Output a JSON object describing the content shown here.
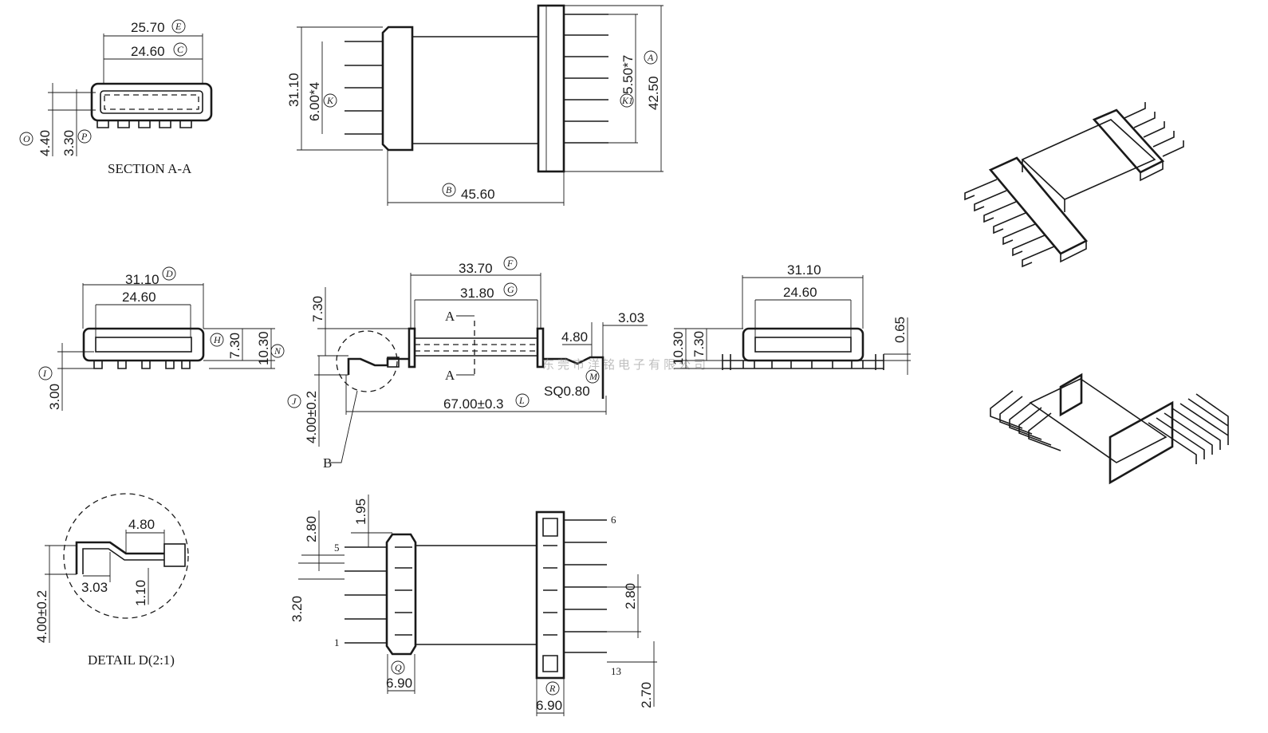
{
  "labels": {
    "section": "SECTION A-A",
    "detail": "DETAIL D(2:1)",
    "section_mark": "A",
    "detail_mark": "B",
    "watermark": "东莞市洋铭电子有限公司"
  },
  "dims": {
    "sa_width_outer": "25.70",
    "sa_width_inner": "24.60",
    "sa_h1": "4.40",
    "sa_h2": "3.30",
    "top_h_total": "31.10",
    "top_pitch_left": "6.00*4",
    "top_pitch_right": "5.50*7",
    "top_height": "42.50",
    "top_length": "45.60",
    "fl_width_outer": "31.10",
    "fl_width_inner": "24.60",
    "fl_h1": "7.30",
    "fl_h2": "10.30",
    "fl_base": "3.00",
    "side_len_outer": "33.70",
    "side_len_inner": "31.80",
    "side_h": "7.30",
    "side_pin_off": "4.80",
    "side_pin_len": "3.03",
    "side_total": "67.00±0.3",
    "side_sq": "SQ0.80",
    "side_pin_h": "4.00±0.2",
    "fr_width_outer": "31.10",
    "fr_width_inner": "24.60",
    "fr_h1": "7.30",
    "fr_h2": "10.30",
    "fr_gap": "0.65",
    "det_a": "4.80",
    "det_b": "3.03",
    "det_c": "1.10",
    "det_h": "4.00±0.2",
    "bot_a": "1.95",
    "bot_b": "2.80",
    "bot_c": "3.20",
    "bot_d": "2.80",
    "bot_e": "2.70",
    "bot_w1": "6.90",
    "bot_w2": "6.90"
  },
  "refs": {
    "E": "E",
    "C": "C",
    "O": "O",
    "P": "P",
    "K": "K",
    "A": "A",
    "K1": "K1",
    "B": "B",
    "D": "D",
    "H": "H",
    "N": "N",
    "I": "I",
    "F": "F",
    "G": "G",
    "M": "M",
    "L": "L",
    "J": "J",
    "Q": "Q",
    "R": "R"
  },
  "pins": {
    "p1": "1",
    "p5": "5",
    "p6": "6",
    "p13": "13"
  }
}
